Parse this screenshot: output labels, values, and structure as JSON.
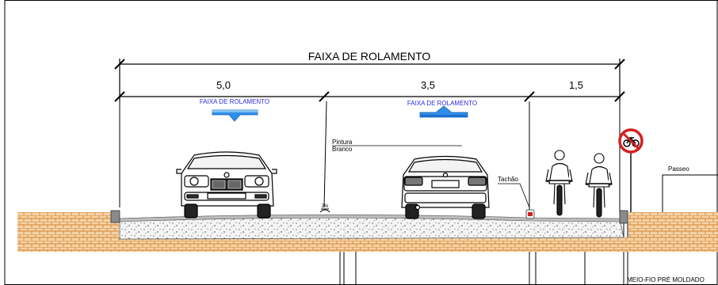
{
  "title": "FAIXA DE ROLAMENTO",
  "dimensions": {
    "left_width": "5,0",
    "middle_width": "3,5",
    "right_width": "1,5"
  },
  "lanes": {
    "left_label": "FAIXA DE ROLAMENTO",
    "right_label": "FAIXA DE ROLAMENTO",
    "left_direction": "down",
    "right_direction": "up"
  },
  "annotations": {
    "paint_line1": "Pintura",
    "paint_line2": "Branco",
    "paint_width": "2%",
    "stud": "Tachão",
    "sidewalk": "Passeo",
    "curb": "MEIO-FIO PRÉ MOLDADO"
  },
  "sign": {
    "name": "no-bicycles-sign"
  },
  "colors": {
    "lane_label": "#2d2de0",
    "arrow": "#2f8fe8",
    "ground_hatch": "#d9842e",
    "sign_ring": "#d42020"
  }
}
